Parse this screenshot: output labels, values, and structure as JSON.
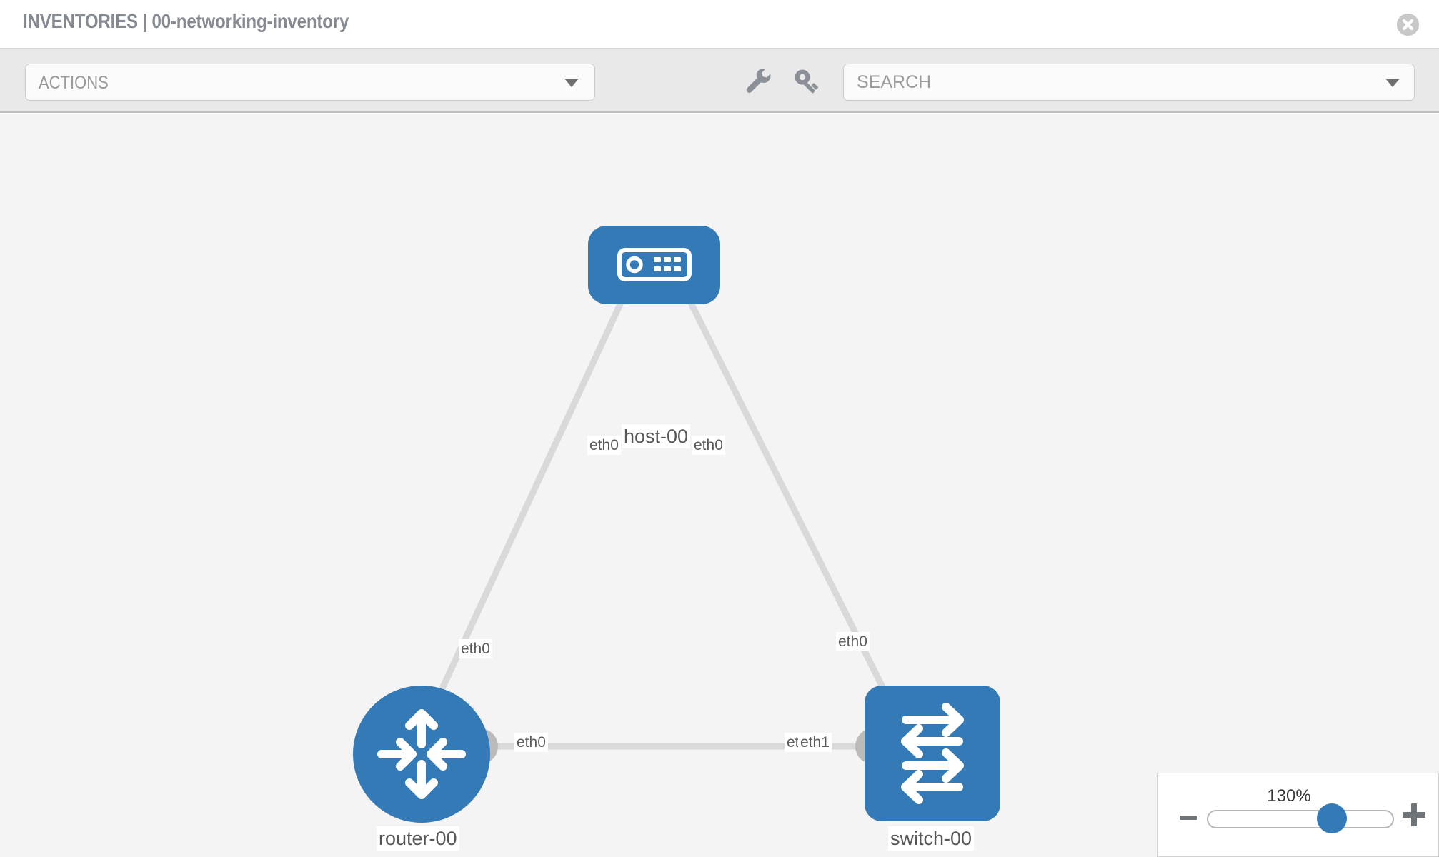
{
  "header": {
    "title": "INVENTORIES | 00-networking-inventory",
    "close_icon": "close-circle-icon"
  },
  "toolbar": {
    "actions_label": "ACTIONS",
    "actions_caret_icon": "chevron-down-icon",
    "wrench_icon": "wrench-icon",
    "key_icon": "key-icon",
    "search_placeholder": "SEARCH",
    "search_value": "",
    "search_caret_icon": "chevron-down-icon"
  },
  "topology": {
    "nodes": [
      {
        "id": "host-00",
        "label": "host-00",
        "type": "host",
        "icon": "server-icon",
        "color": "#337ab7"
      },
      {
        "id": "router-00",
        "label": "router-00",
        "type": "router",
        "icon": "router-icon",
        "color": "#337ab7"
      },
      {
        "id": "switch-00",
        "label": "switch-00",
        "type": "switch",
        "icon": "switch-icon",
        "color": "#337ab7"
      }
    ],
    "links": [
      {
        "source": "host-00",
        "source_iface": "eth0",
        "target": "router-00",
        "target_iface": "eth0"
      },
      {
        "source": "host-00",
        "source_iface": "eth0",
        "target": "switch-00",
        "target_iface": "eth0"
      },
      {
        "source": "router-00",
        "source_iface": "eth0",
        "target": "switch-00",
        "target_iface": "eth1"
      }
    ],
    "iface_labels": {
      "host_left": "eth0",
      "host_right": "eth0",
      "router_up": "eth0",
      "switch_up": "eth0",
      "router_right": "eth0",
      "switch_left_a": "eth",
      "switch_left_b": "eth1"
    },
    "link_color": "#d9d9d9",
    "port_color": "#bbbbbb"
  },
  "zoom": {
    "percent": "130%",
    "minus_icon": "minus-icon",
    "plus_icon": "plus-icon",
    "slider_position_pct": 62
  }
}
